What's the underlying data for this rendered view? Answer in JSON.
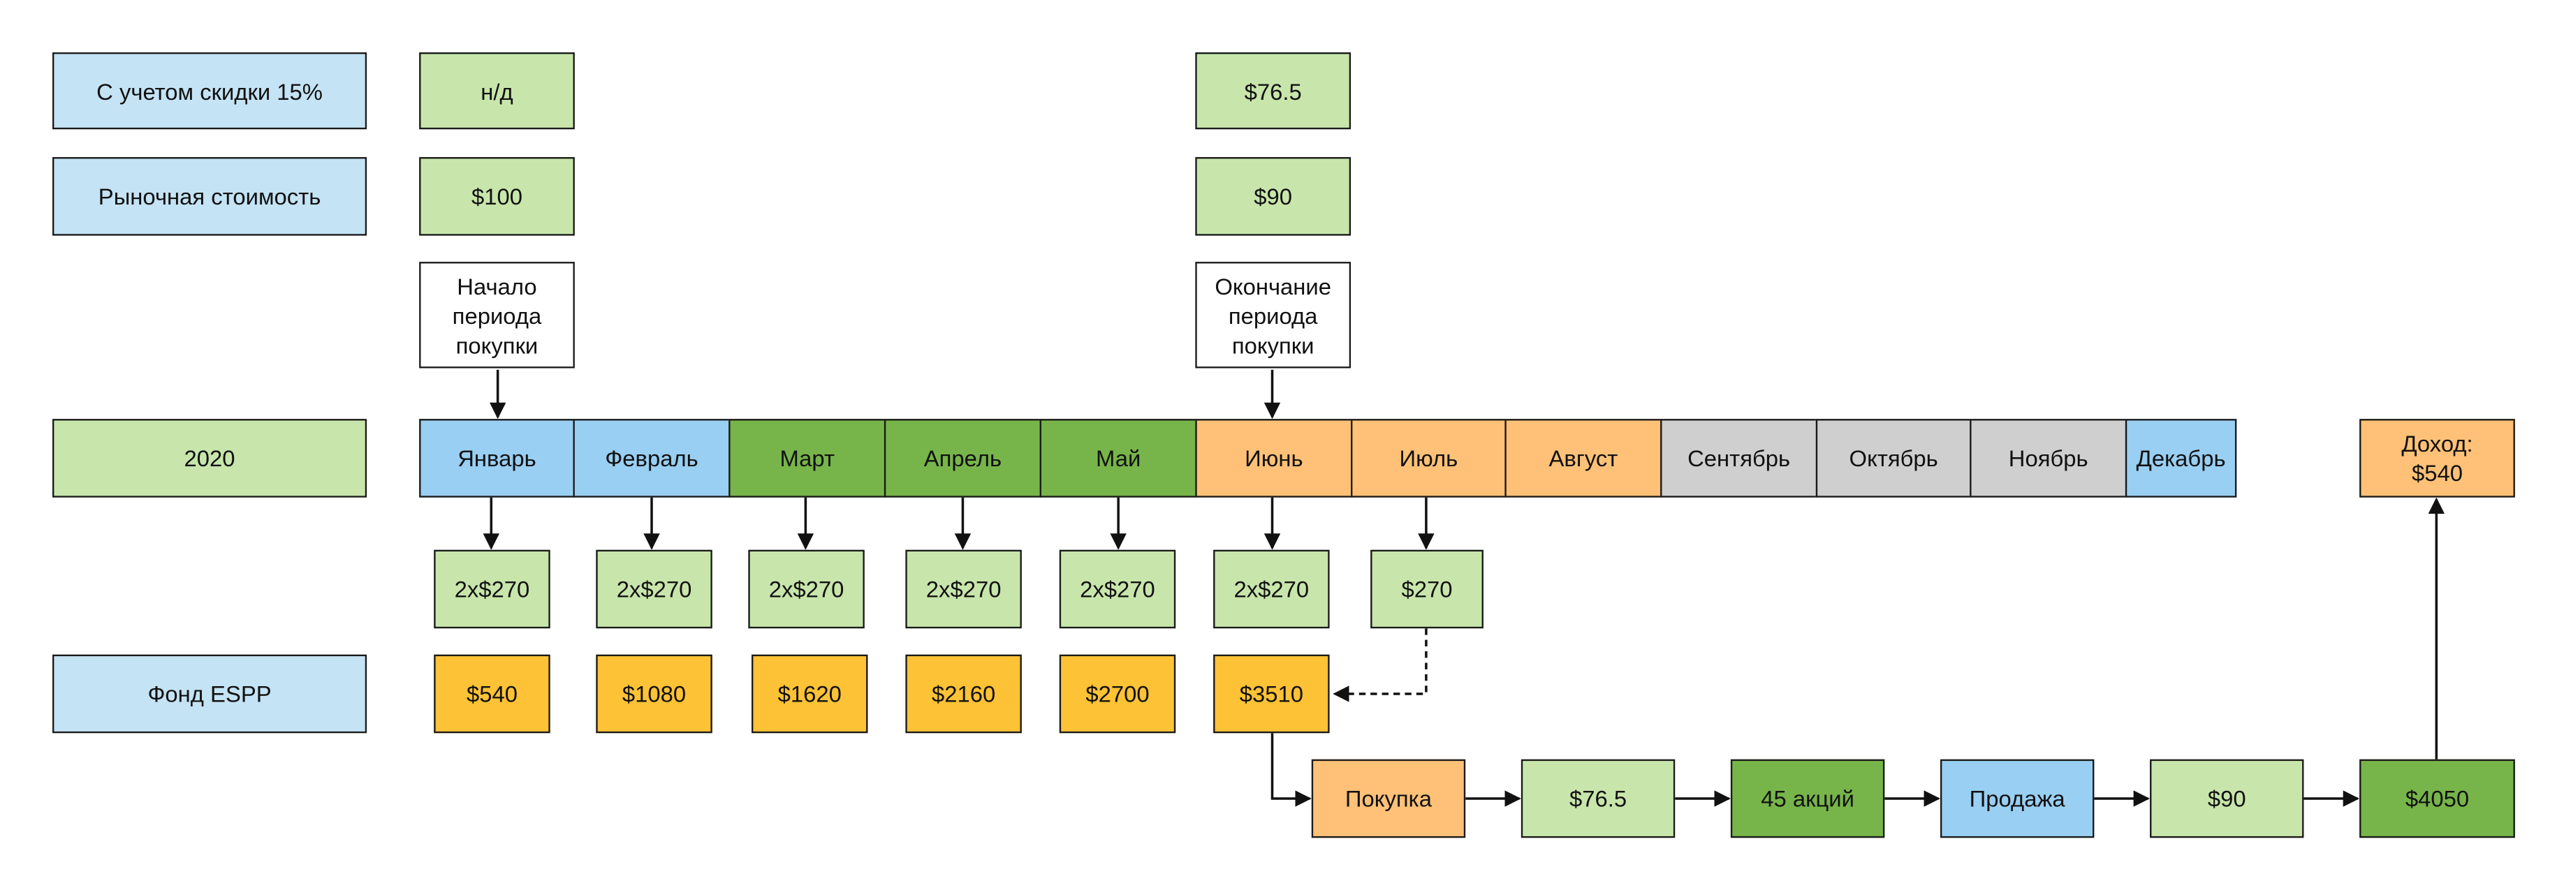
{
  "labels": {
    "discount": "С учетом скидки 15%",
    "market": "Рыночная стоимость",
    "year": "2020",
    "fund": "Фонд ESPP"
  },
  "discount_values": {
    "start": "н/д",
    "end": "$76.5"
  },
  "market_values": {
    "start": "$100",
    "end": "$90"
  },
  "period": {
    "start": "Начало\nпериода\nпокупки",
    "end": "Окончание\nпериода\nпокупки"
  },
  "months": [
    "Январь",
    "Февраль",
    "Март",
    "Апрель",
    "Май",
    "Июнь",
    "Июль",
    "Август",
    "Сентябрь",
    "Октябрь",
    "Ноябрь",
    "Декабрь"
  ],
  "contributions": [
    "2x$270",
    "2x$270",
    "2x$270",
    "2x$270",
    "2x$270",
    "2x$270",
    "$270"
  ],
  "fund_values": [
    "$540",
    "$1080",
    "$1620",
    "$2160",
    "$2700",
    "$3510"
  ],
  "flow": [
    "Покупка",
    "$76.5",
    "45 акций",
    "Продажа",
    "$90",
    "$4050"
  ],
  "income": "Доход:\n$540",
  "colors": {
    "label_blue": "#c4e3f4",
    "light_green": "#c8e6ab",
    "month_blue": "#99cff2",
    "dark_green": "#77b54a",
    "orange": "#fec177",
    "gray": "#cfcfcf",
    "gold": "#fdc235"
  }
}
